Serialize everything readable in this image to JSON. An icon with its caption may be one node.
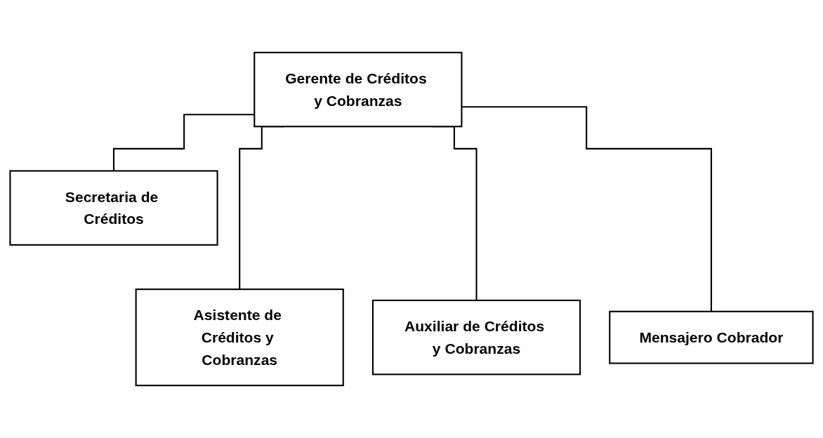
{
  "diagram": {
    "nodes": [
      {
        "text": [
          "Gerente de Créditos y Cobranzas"
        ]
      },
      {
        "text": [
          "Secretaria de Créditos"
        ]
      },
      {
        "text": [
          "Asistente de Créditos y Cobranzas"
        ]
      },
      {
        "text": [
          "Auxiliar de Créditos y Cobranzas"
        ]
      },
      {
        "text": [
          "Mensajero Cobrador"
        ]
      }
    ],
    "edges": [
      {
        "from": 0,
        "to": 1,
        "arrow": "none"
      },
      {
        "from": 0,
        "to": 2,
        "arrow": "none"
      },
      {
        "from": 0,
        "to": 3,
        "arrow": "none"
      },
      {
        "from": 0,
        "to": 4,
        "arrow": "none"
      }
    ]
  }
}
